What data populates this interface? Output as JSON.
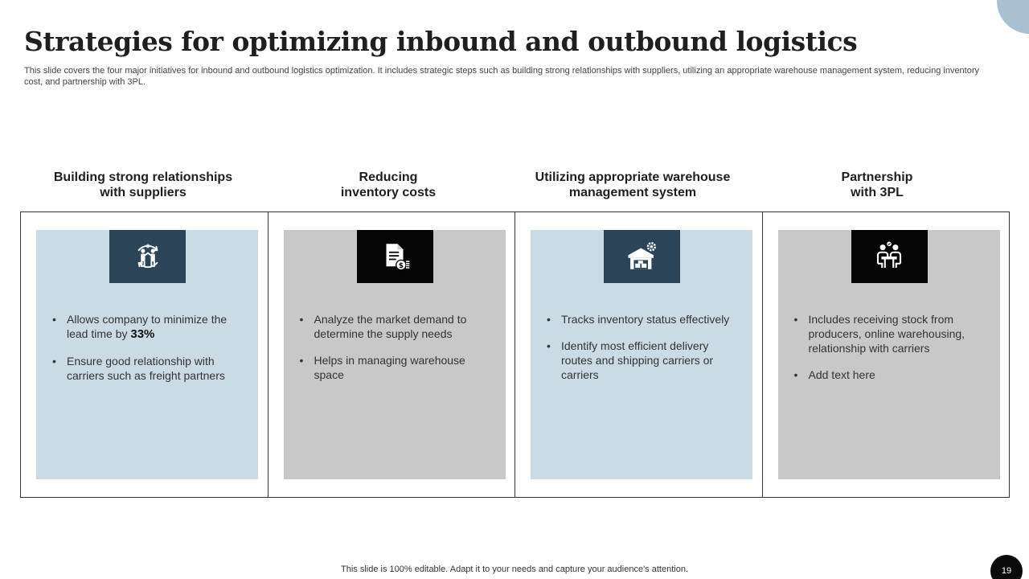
{
  "slide": {
    "title": "Strategies for optimizing inbound and outbound logistics",
    "subtitle": "This slide covers the four major initiatives for inbound and outbound logistics optimization. It includes strategic steps such as building strong relationships with suppliers, utilizing an appropriate warehouse management system, reducing inventory cost, and partnership with 3PL.",
    "footer": "This slide is 100% editable. Adapt it to your needs and capture your audience's attention.",
    "page_number": "19"
  },
  "columns": [
    {
      "header_line1": "Building strong relationships",
      "header_line2": "with suppliers",
      "icon": "handshake-cycle-icon",
      "icon_bg": "#2b4458",
      "card_bg": "#cbdbe6",
      "bullets": [
        {
          "text": "Allows company to minimize the lead time by ",
          "highlight": "33%"
        },
        {
          "text": "Ensure good relationship with carriers such as freight partners"
        }
      ]
    },
    {
      "header_line1": "Reducing",
      "header_line2": "inventory costs",
      "icon": "document-dollar-icon",
      "icon_bg": "#050505",
      "card_bg": "#c8c8c8",
      "bullets": [
        {
          "text": "Analyze the market demand to determine the supply needs"
        },
        {
          "text": "Helps in managing warehouse space"
        }
      ]
    },
    {
      "header_line1": "Utilizing appropriate warehouse",
      "header_line2": "management system",
      "icon": "warehouse-gear-icon",
      "icon_bg": "#2b4458",
      "card_bg": "#cbdbe6",
      "bullets": [
        {
          "text": "Tracks inventory status effectively"
        },
        {
          "text": "Identify most efficient delivery routes and shipping carriers or carriers"
        }
      ]
    },
    {
      "header_line1": "Partnership",
      "header_line2": "with 3PL",
      "icon": "meeting-table-icon",
      "icon_bg": "#050505",
      "card_bg": "#c8c8c8",
      "bullets": [
        {
          "text": "Includes receiving stock from producers, online warehousing, relationship with carriers"
        },
        {
          "text": "Add text here"
        }
      ]
    }
  ],
  "colors": {
    "accent_blue": "#a9c0d2",
    "navy": "#2b4458",
    "card_blue": "#cbdbe6",
    "card_gray": "#c8c8c8"
  }
}
